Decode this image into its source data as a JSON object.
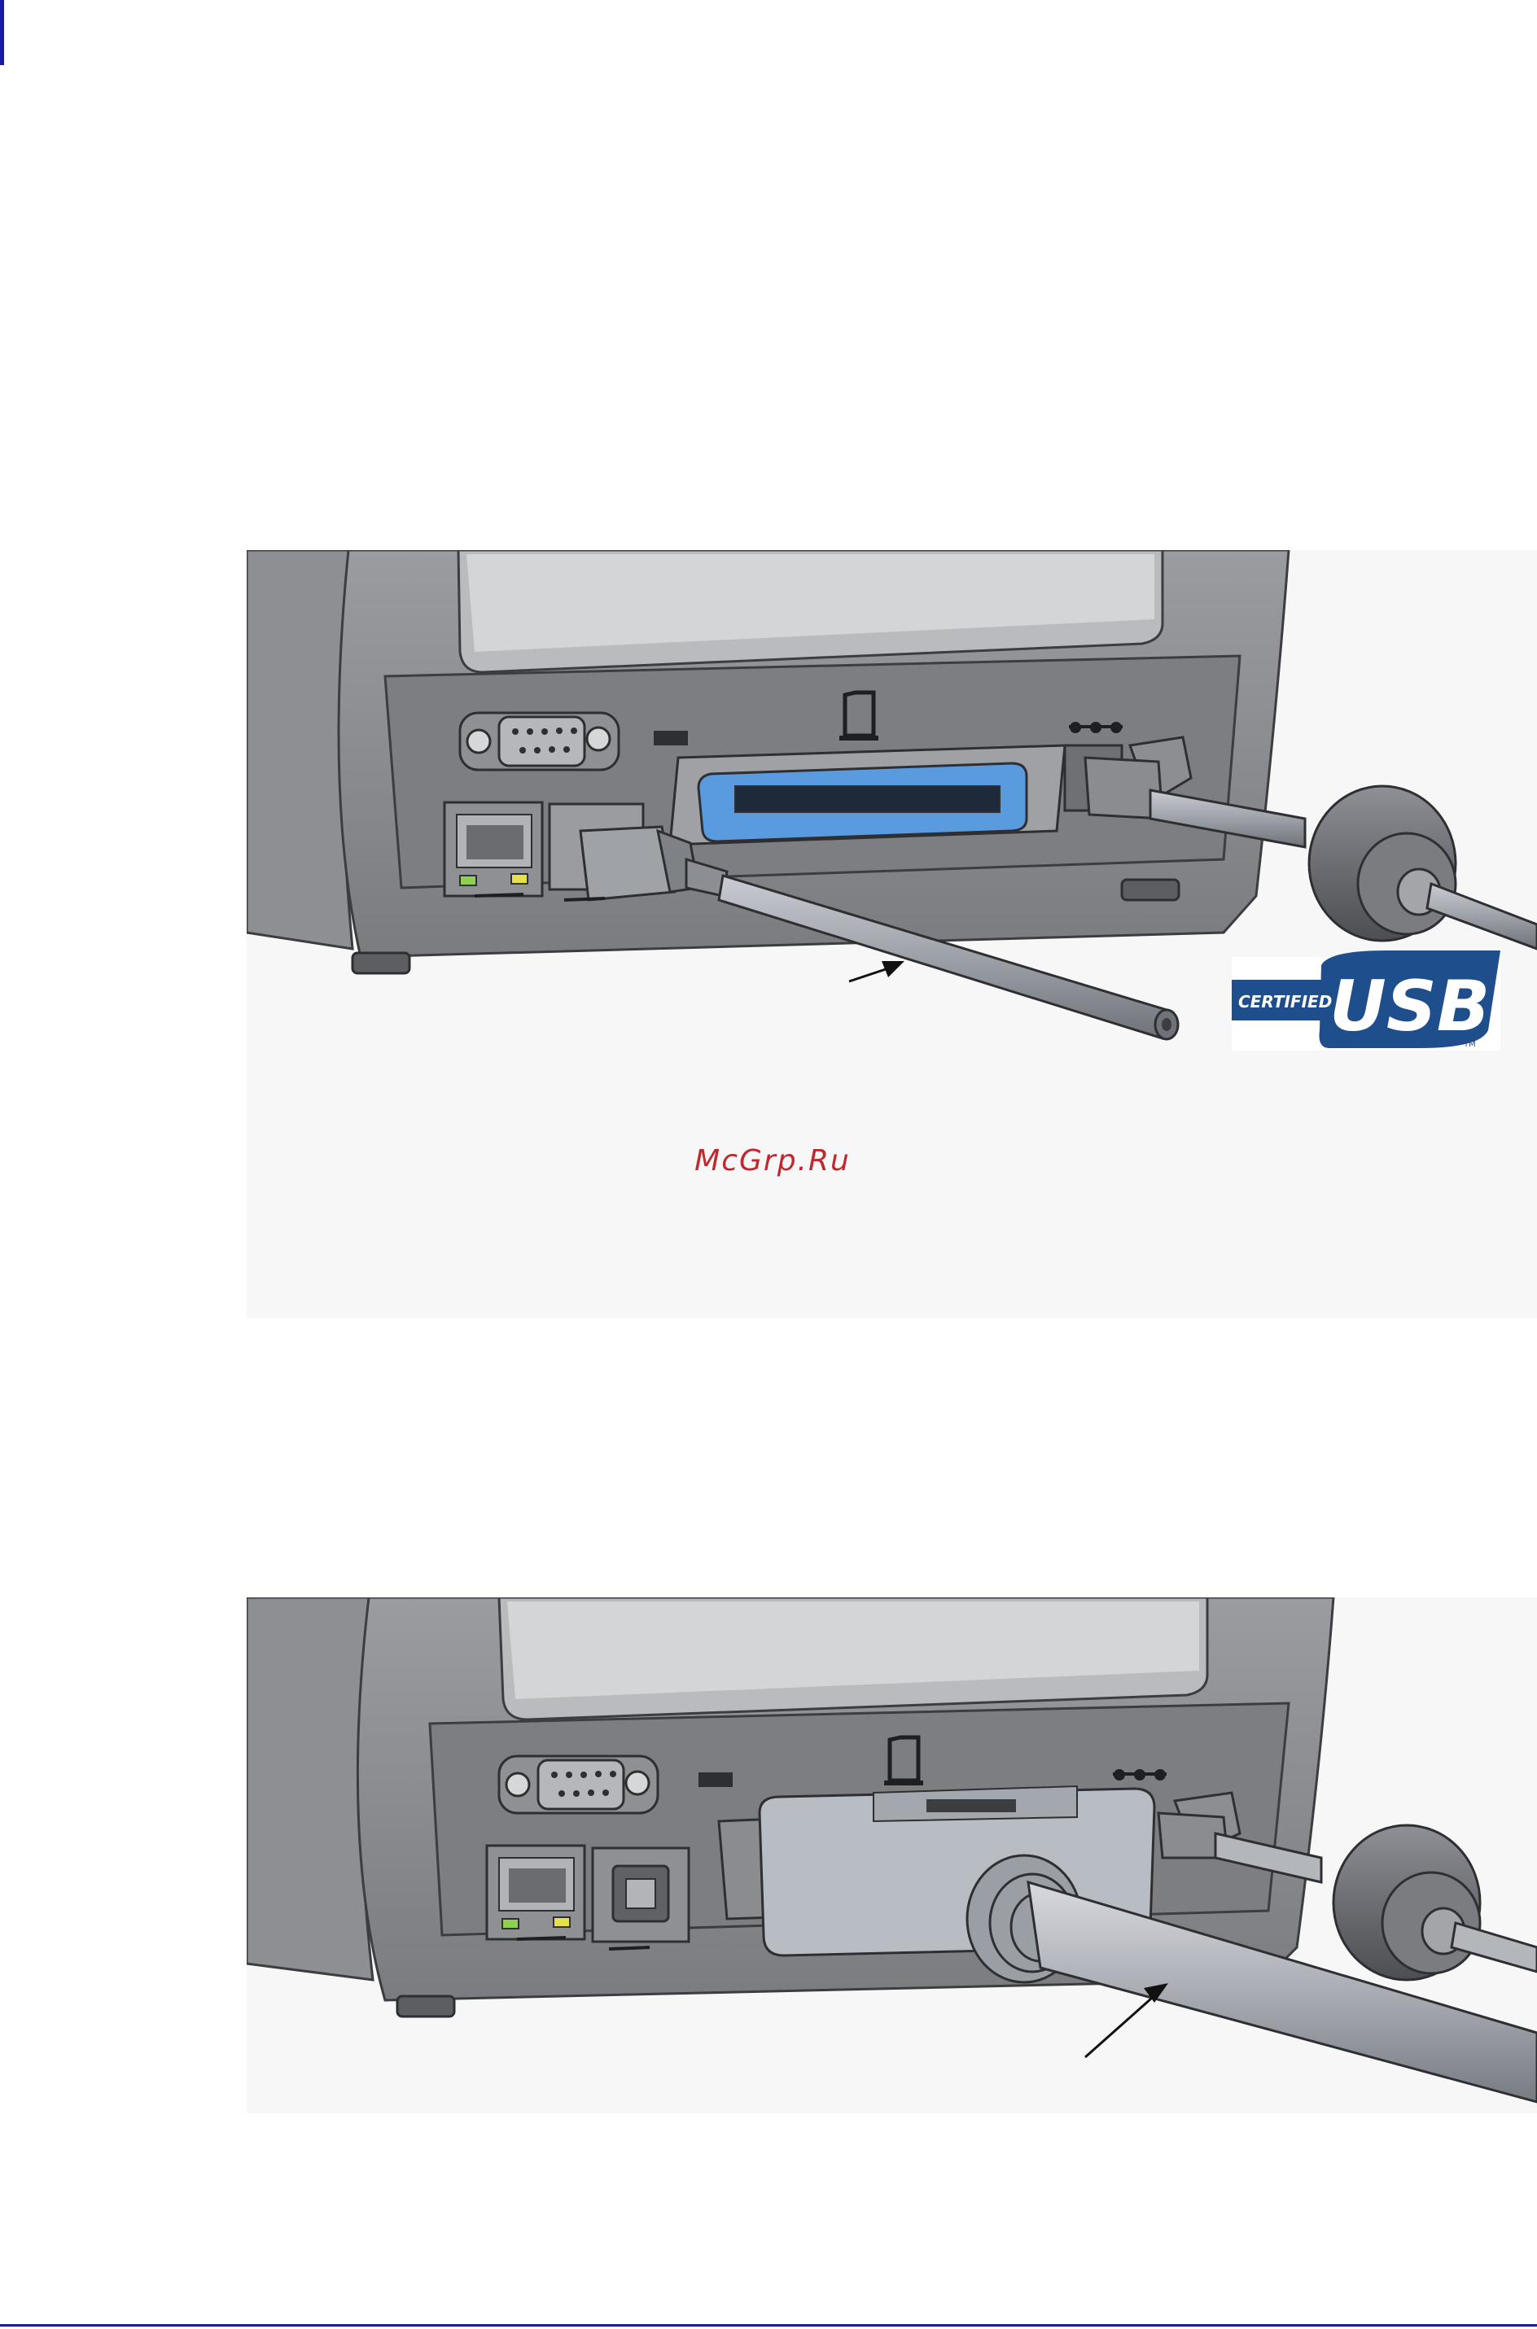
{
  "page": {
    "watermark": "McGrp.Ru"
  },
  "figures": [
    {
      "name": "usb-cable-connection",
      "logo": {
        "certified_text": "CERTIFIED",
        "usb_text": "USB",
        "tm_text": "TM"
      }
    },
    {
      "name": "parallel-cable-connection"
    }
  ],
  "colors": {
    "page_background": "#ffffff",
    "figure_background": "#f7f7f7",
    "printer_body": "#8a8c90",
    "printer_panel": "#6f7175",
    "parallel_port_blue": "#5a9be0",
    "usb_logo_blue": "#1e4e8c",
    "led_green": "#8fd14f",
    "led_yellow": "#e8e04a",
    "watermark_red": "#c0282d",
    "rule_blue": "#1a1aa6"
  },
  "icons": [
    "parallel-port-icon",
    "power-port-icon",
    "ethernet-port-icon",
    "usb-port-icon",
    "serial-port-icon"
  ]
}
